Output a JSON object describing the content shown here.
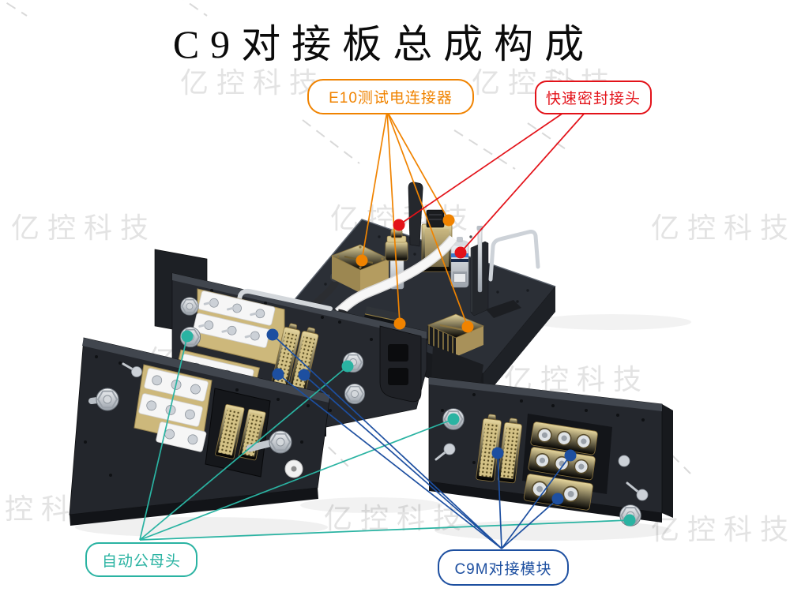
{
  "title": "C9对接板总成构成",
  "watermark": {
    "text": "亿控科技",
    "color": "#e3e3e3"
  },
  "callouts": {
    "e10": {
      "label": "E10测试电连接器",
      "color": "#F08300"
    },
    "seal": {
      "label": "快速密封接头",
      "color": "#E31219"
    },
    "auto": {
      "label": "自动公母头",
      "color": "#2AB3A2"
    },
    "c9m": {
      "label": "C9M对接模块",
      "color": "#1D4FA0"
    }
  }
}
